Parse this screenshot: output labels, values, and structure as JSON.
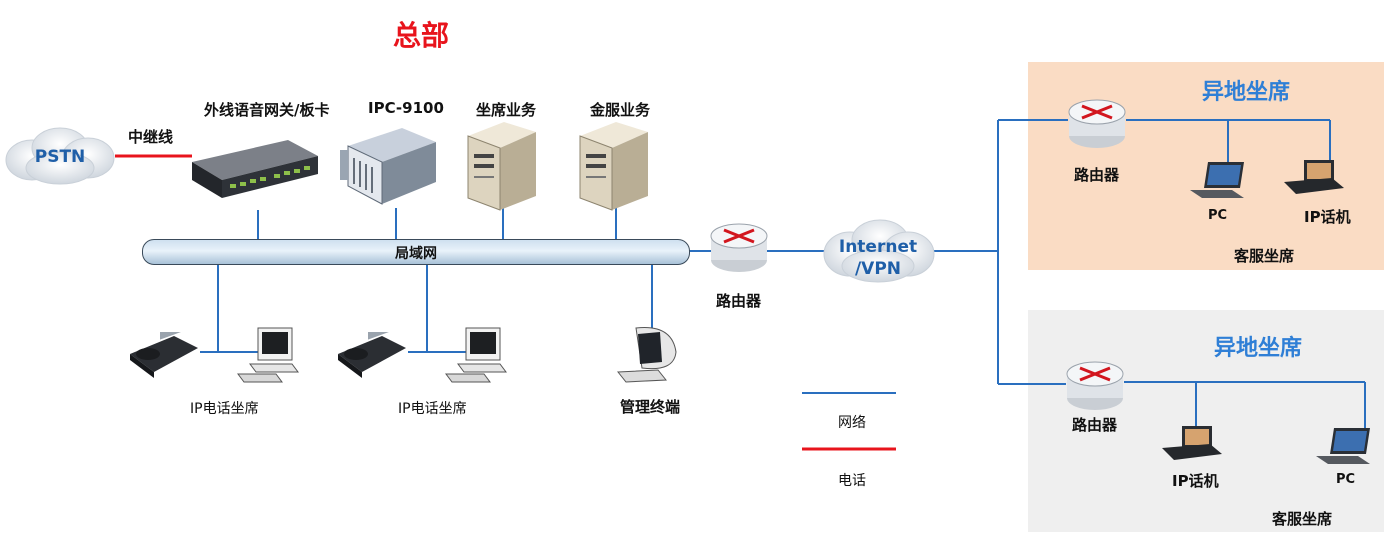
{
  "headquarters": {
    "title": "总部",
    "pstn": "PSTN",
    "trunk_label": "中继线",
    "gateway_label": "外线语音网关/板卡",
    "ipc_label": "IPC-9100",
    "agent_server_label": "坐席业务",
    "finance_server_label": "金服业务",
    "lan_label": "局域网",
    "phone_seat_1": "IP电话坐席",
    "phone_seat_2": "IP电话坐席",
    "mgmt_terminal": "管理终端",
    "router_label": "路由器"
  },
  "internet": {
    "line1": "Internet",
    "line2": "/VPN"
  },
  "legend": {
    "network": "网络",
    "phone": "电话",
    "network_color": "#2a6fbf",
    "phone_color": "#e8141c"
  },
  "remote_1": {
    "title": "异地坐席",
    "router_label": "路由器",
    "pc_label": "PC",
    "phone_label": "IP话机",
    "group_label": "客服坐席",
    "bg_color": "#fadcc4"
  },
  "remote_2": {
    "title": "异地坐席",
    "router_label": "路由器",
    "phone_label": "IP话机",
    "pc_label": "PC",
    "group_label": "客服坐席",
    "bg_color": "#efefef"
  }
}
